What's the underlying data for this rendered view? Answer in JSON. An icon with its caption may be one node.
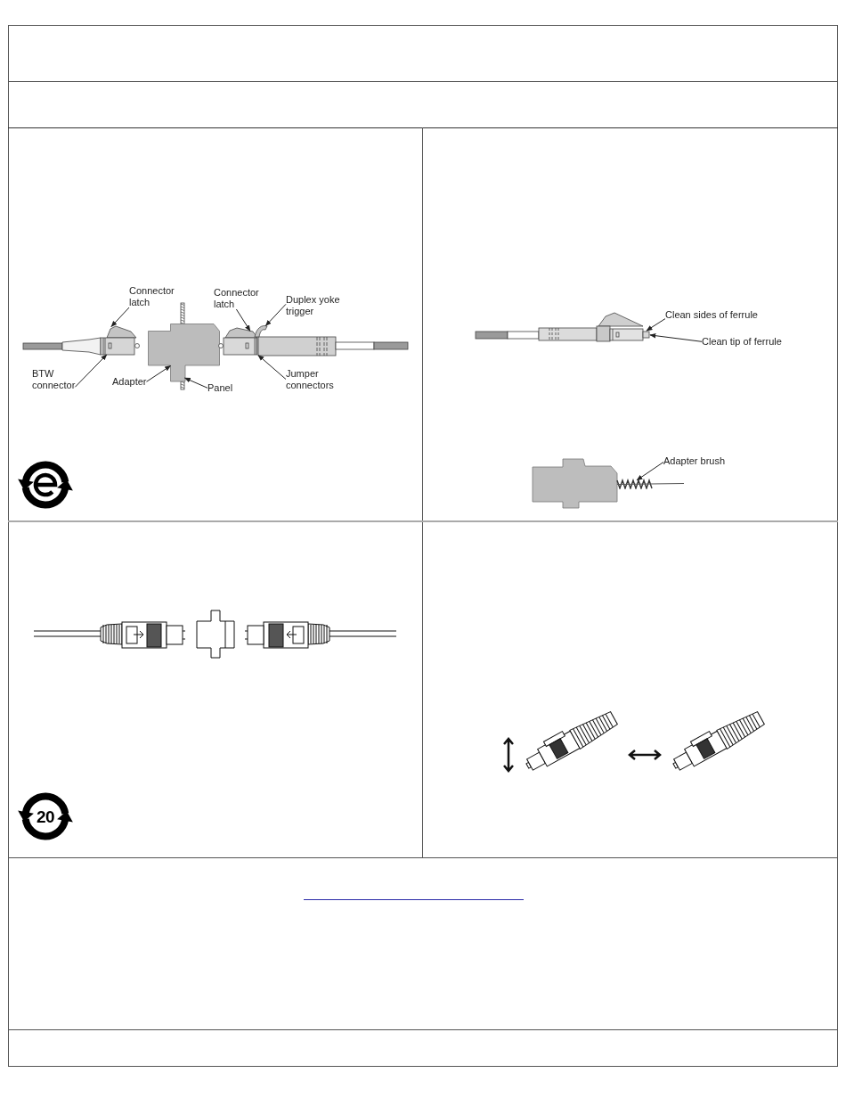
{
  "diagram": {
    "nodes": [
      {
        "text": [
          "Connector latch"
        ]
      },
      {
        "text": [
          "Connector latch"
        ]
      },
      {
        "text": [
          "Duplex yoke trigger"
        ]
      },
      {
        "text": [
          "BTW connector"
        ]
      },
      {
        "text": [
          "Adapter"
        ]
      },
      {
        "text": [
          "Panel"
        ]
      },
      {
        "text": [
          "Jumper connectors"
        ]
      },
      {
        "text": [
          "Clean sides of ferrule"
        ]
      },
      {
        "text": [
          "Clean tip of ferrule"
        ]
      },
      {
        "text": [
          "Adapter brush"
        ]
      },
      {
        "text": [],
        "shape": "picture"
      },
      {
        "text": [],
        "shape": "picture"
      },
      {
        "text": [],
        "shape": "picture"
      },
      {
        "text": [],
        "shape": "picture"
      },
      {
        "text": [],
        "shape": "picture"
      },
      {
        "text": [],
        "shape": "box"
      },
      {
        "text": [],
        "shape": "picture"
      },
      {
        "text": [],
        "shape": "box"
      },
      {
        "text": [],
        "shape": "picture"
      }
    ],
    "edges": [
      {
        "from": 0,
        "to": 10,
        "arrow": "to"
      },
      {
        "from": 1,
        "to": 11,
        "arrow": "to"
      },
      {
        "from": 2,
        "to": 12,
        "arrow": "to"
      },
      {
        "from": 3,
        "to": 13,
        "arrow": "to"
      },
      {
        "from": 4,
        "to": 14,
        "arrow": "to"
      },
      {
        "from": 5,
        "to": 15,
        "arrow": "to"
      },
      {
        "from": 6,
        "to": 16,
        "arrow": "to"
      },
      {
        "from": 7,
        "to": 17,
        "arrow": "to"
      },
      {
        "from": 8,
        "to": 17,
        "arrow": "to"
      },
      {
        "from": 9,
        "to": 18,
        "arrow": "to"
      }
    ],
    "labels": [
      "20"
    ]
  }
}
